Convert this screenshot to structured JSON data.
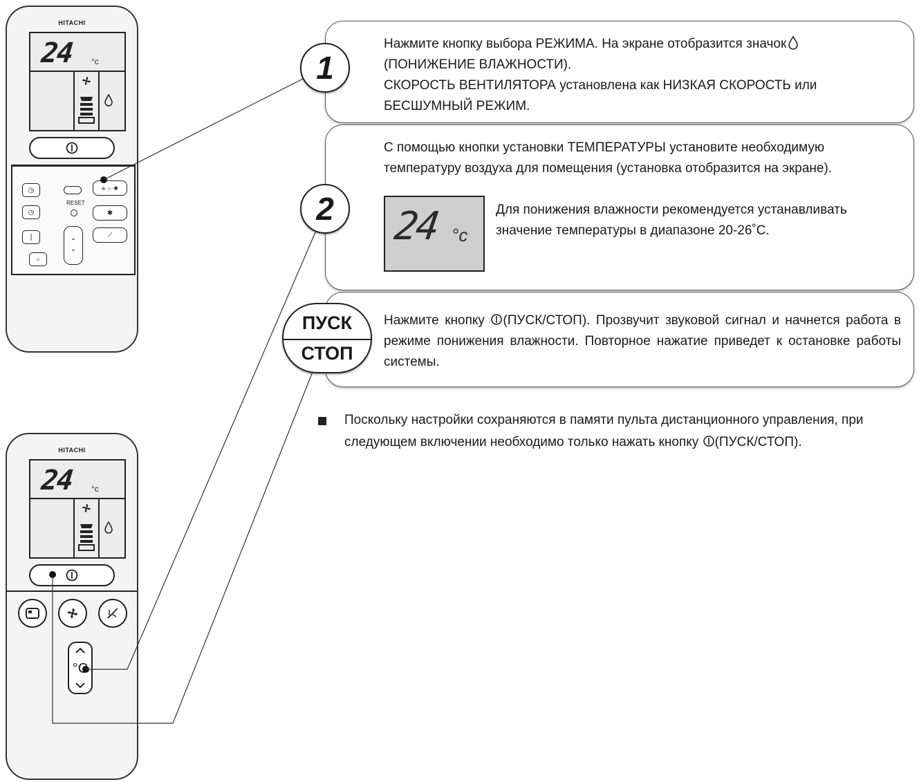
{
  "remote_top": {
    "brand": "HITACHI",
    "lcd_temp": "24",
    "lcd_unit": "°c",
    "reset_label": "RESET"
  },
  "remote_bottom": {
    "brand": "HITACHI",
    "lcd_temp": "24",
    "lcd_unit": "°c",
    "rocker_label": "°C"
  },
  "step1": {
    "badge": "1",
    "line1": "Нажмите кнопку выбора РЕЖИМА. На экране отобразится значок",
    "line2": "(ПОНИЖЕНИЕ ВЛАЖНОСТИ).",
    "line3": "СКОРОСТЬ ВЕНТИЛЯТОРА установлена как НИЗКАЯ СКОРОСТЬ или",
    "line4": "БЕСШУМНЫЙ РЕЖИМ."
  },
  "step2": {
    "badge": "2",
    "text": "С помощью кнопки установки ТЕМПЕРАТУРЫ установите необходимую температуру воздуха для помещения (установка отобразится на экране).",
    "lcd_temp": "24",
    "lcd_unit": "°c",
    "hint": "Для понижения влажности рекомендуется устанавливать значение температуры в диапазоне 20-26˚С."
  },
  "step3": {
    "badge_top": "ПУСК",
    "badge_bottom": "СТОП",
    "text_before": "Нажмите кнопку ",
    "text_after": "(ПУСК/СТОП). Прозвучит звуковой сигнал и начнется работа в режиме понижения влажности. Повторное нажатие приведет к остановке работы системы."
  },
  "note": {
    "text_before": "Поскольку настройки сохраняются в памяти пульта дистанционного управления, при следующем включении необходимо только нажать кнопку ",
    "text_after": "(ПУСК/СТОП)."
  }
}
